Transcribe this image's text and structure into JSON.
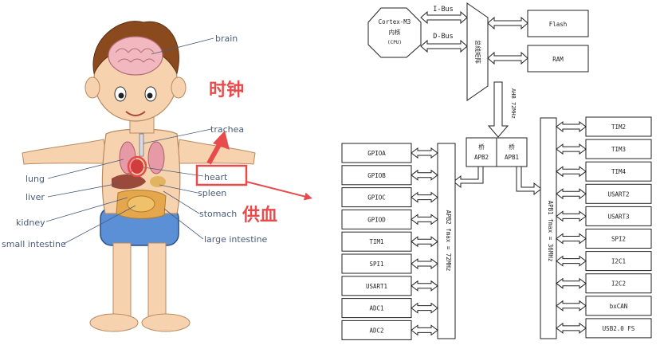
{
  "anatomy": {
    "labels": {
      "brain": "brain",
      "trachea": "trachea",
      "lung": "lung",
      "heart": "heart",
      "liver": "liver",
      "spleen": "spleen",
      "kidney": "kidney",
      "stomach": "stomach",
      "small_intestine": "small intestine",
      "large_intestine": "large intestine"
    },
    "annotations": {
      "clock": "时钟",
      "power": "供血"
    },
    "colors": {
      "annotation_red": "#e84b4b",
      "label_text": "#4a5d7a"
    }
  },
  "block_diagram": {
    "cpu": {
      "line1": "Cortex-M3",
      "line2": "内核",
      "line3": "(CPU)"
    },
    "ibus": "I-Bus",
    "dbus": "D-Bus",
    "bus_matrix": "总线矩阵",
    "flash": "Flash",
    "ram": "RAM",
    "ahb": "AHB 72MHz",
    "bridge2": {
      "line1": "桥",
      "line2": "APB2"
    },
    "bridge1": {
      "line1": "桥",
      "line2": "APB1"
    },
    "apb2_bus": "APB2 fmax = 72MHz",
    "apb1_bus": "APB1 fmax = 36MHz",
    "apb2_peripherals": [
      "GPIOA",
      "GPIOB",
      "GPIOC",
      "GPIOD",
      "TIM1",
      "SPI1",
      "USART1",
      "ADC1",
      "ADC2"
    ],
    "apb1_peripherals": [
      "TIM2",
      "TIM3",
      "TIM4",
      "USART2",
      "USART3",
      "SPI2",
      "I2C1",
      "I2C2",
      "bxCAN",
      "USB2.0 FS"
    ]
  }
}
